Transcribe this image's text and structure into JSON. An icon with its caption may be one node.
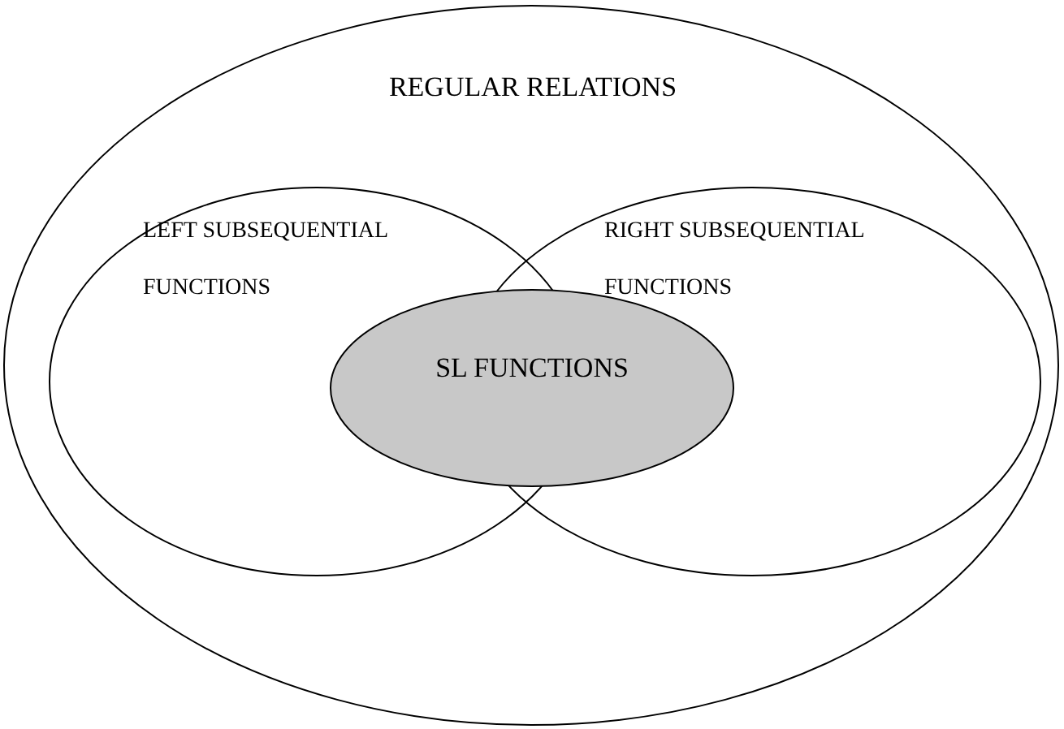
{
  "diagram": {
    "nodes": [
      {
        "text": [
          "REGULAR RELATIONS"
        ]
      },
      {
        "text": [
          "LEFT SUBSEQUENTIAL FUNCTIONS"
        ],
        "in": 0
      },
      {
        "text": [
          "RIGHT SUBSEQUENTIAL FUNCTIONS"
        ],
        "in": 0
      },
      {
        "text": [
          "SL FUNCTIONS"
        ],
        "in": 0
      }
    ]
  }
}
